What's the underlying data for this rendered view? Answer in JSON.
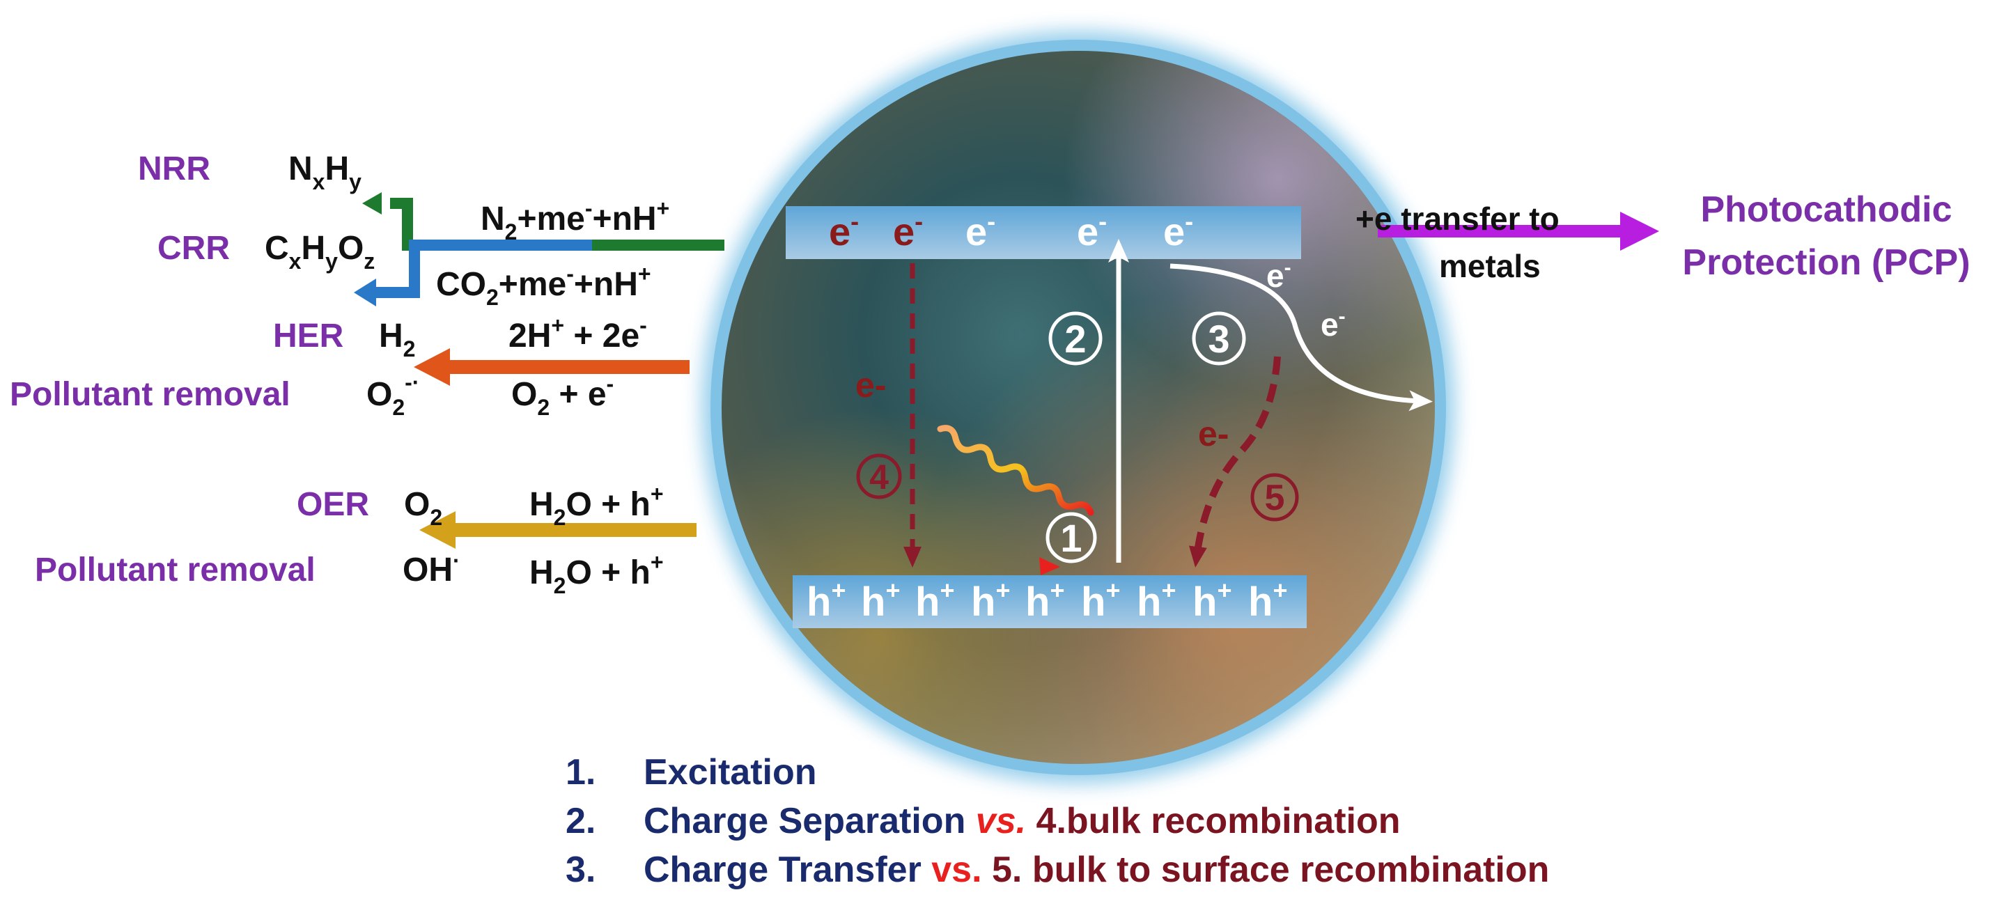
{
  "colors": {
    "purple_label": "#7a2fa8",
    "black_text": "#111111",
    "electron_dark": "#8b1a1a",
    "electron_light": "#ffffff",
    "band_top": "#5fa6d8",
    "band_bottom": "#a9cbe5",
    "legend_blue": "#1a2b6d",
    "legend_red": "#7a1420",
    "legend_vs_red": "#e8201e",
    "green_arrow": "#1d7a2e",
    "blue_arrow": "#2a78c8",
    "orange_arrow": "#e0561a",
    "gold_arrow": "#d4a21a",
    "pcp_arrow": "#b81ee0",
    "recomb_arrow": "#8b1a2a"
  },
  "left_reactions": {
    "nrr_label": "NRR",
    "nrr_product": {
      "base1": "N",
      "sub1": "x",
      "base2": "H",
      "sub2": "y"
    },
    "crr_label": "CRR",
    "crr_product": {
      "base1": "C",
      "sub1": "x",
      "base2": "H",
      "sub2": "y",
      "base3": "O",
      "sub3": "z"
    },
    "n2_reactant": {
      "a": "N",
      "a_sub": "2",
      "b": "+me",
      "b_sup": "-",
      "c": "+nH",
      "c_sup": "+"
    },
    "co2_reactant": {
      "a": "CO",
      "a_sub": "2",
      "b": "+me",
      "b_sup": "-",
      "c": "+nH",
      "c_sup": "+"
    },
    "her_label": "HER",
    "her_product": {
      "base": "H",
      "sub": "2"
    },
    "her_reactant": {
      "a": "2H",
      "a_sup": "+",
      "b": " + 2e",
      "b_sup": "-"
    },
    "pollutant1_label": "Pollutant removal",
    "pollutant1_product": {
      "base": "O",
      "sub": "2",
      "sup": "-·"
    },
    "o2_reactant": {
      "a": "O",
      "a_sub": "2",
      "b": " + e",
      "b_sup": "-"
    },
    "oer_label": "OER",
    "oer_product": {
      "base": "O",
      "sub": "2"
    },
    "oer_reactant": {
      "a": "H",
      "a_sub": "2",
      "b": "O + h",
      "b_sup": "+"
    },
    "pollutant2_label": "Pollutant removal",
    "pollutant2_product": {
      "base": "OH",
      "sup": "·"
    },
    "oh_reactant": {
      "a": "H",
      "a_sub": "2",
      "b": "O + h",
      "b_sup": "+"
    }
  },
  "particle": {
    "cb_electrons": [
      {
        "text": "e",
        "sup": "-",
        "tone": "dark"
      },
      {
        "text": "e",
        "sup": "-",
        "tone": "dark"
      },
      {
        "text": "e",
        "sup": "-",
        "tone": "light"
      },
      {
        "text": "e",
        "sup": "-",
        "tone": "light"
      },
      {
        "text": "e",
        "sup": "-",
        "tone": "light"
      }
    ],
    "vb_holes": [
      "h",
      "h",
      "h",
      "h",
      "h",
      "h",
      "h",
      "h",
      "h"
    ],
    "hole_sup": "+",
    "step_markers": [
      "1",
      "2",
      "3",
      "4",
      "5"
    ],
    "bulk_e_label": "e-",
    "surface_e_label": "e-",
    "transfer_e_labels": [
      {
        "text": "e",
        "sup": "-"
      },
      {
        "text": "e",
        "sup": "-"
      }
    ]
  },
  "right": {
    "transfer_line1": "+e transfer to",
    "transfer_line2": "metals",
    "pcp_line1": "Photocathodic",
    "pcp_line2": "Protection (PCP)"
  },
  "legend": [
    {
      "num": "1.",
      "text": "Excitation",
      "vs": "",
      "rest": ""
    },
    {
      "num": "2.",
      "text": "Charge Separation ",
      "vs": "vs.",
      "rest": " 4.bulk recombination"
    },
    {
      "num": "3.",
      "text": "Charge Transfer ",
      "vs": "vs.",
      "rest": " 5. bulk to surface recombination"
    }
  ]
}
